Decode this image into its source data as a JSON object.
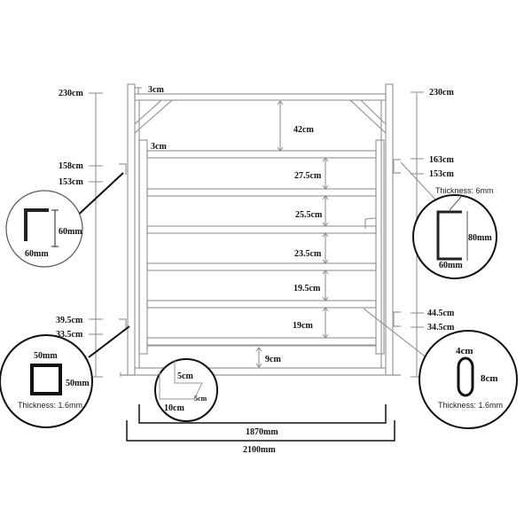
{
  "title": "Gate panel dimension drawing",
  "top": {
    "outer_rail_thickness": "3cm",
    "gap_to_gate": "42cm",
    "gate_rail_thickness": "3cm"
  },
  "left_heights": {
    "top": "230cm",
    "hinge_upper_top": "158cm",
    "hinge_upper_bottom": "153cm",
    "hinge_lower_top": "39.5cm",
    "hinge_lower_bottom": "33.5cm"
  },
  "right_heights": {
    "top": "230cm",
    "latch_upper_top": "163cm",
    "latch_upper_bottom": "153cm",
    "latch_lower_top": "44.5cm",
    "latch_lower_bottom": "34.5cm"
  },
  "rail_gaps": [
    "27.5cm",
    "25.5cm",
    "23.5cm",
    "19.5cm",
    "19cm"
  ],
  "bottom_gap": "9cm",
  "details": {
    "angle": {
      "height": "60mm",
      "width": "60mm"
    },
    "channel": {
      "thickness": "Thickness: 6mm",
      "height": "80mm",
      "width": "60mm"
    },
    "square_tube": {
      "top": "50mm",
      "side": "50mm",
      "thickness": "Thickness: 1.6mm"
    },
    "oval_tube": {
      "width": "4cm",
      "height": "8cm",
      "thickness": "Thickness: 1.6mm"
    },
    "foot_plate": {
      "height": "5cm",
      "side": "5cm",
      "length": "10cm"
    }
  },
  "overall": {
    "gate_width": "1870mm",
    "total_width": "2100mm"
  },
  "colors": {
    "line": "#9a9a9a",
    "ink": "#111111"
  }
}
